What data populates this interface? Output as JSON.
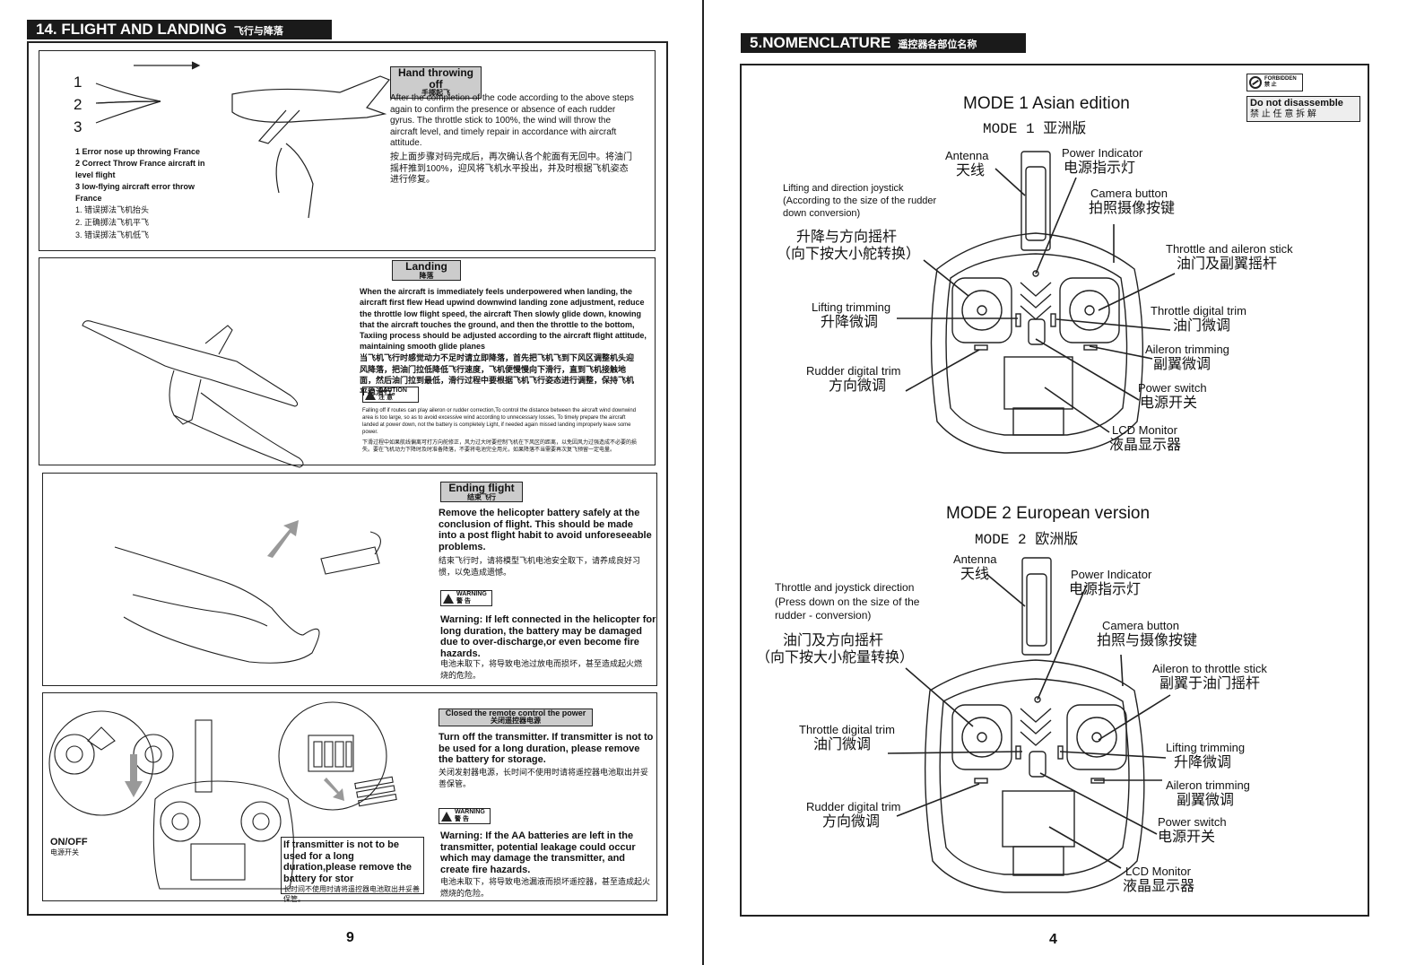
{
  "left_page": {
    "header": {
      "title": "14.  FLIGHT AND LANDING",
      "subtitle": "飞行与降落"
    },
    "hand_throw": {
      "tag_en": "Hand throwing off",
      "tag_cn": "手掷起飞",
      "text_en": "After the completion of the code according to the above steps again to confirm the presence or absence of each rudder gyrus. The throttle stick to 100%, the wind will throw the aircraft level, and timely repair in accordance with aircraft attitude.",
      "text_cn": "按上面步骤对码完成后，再次确认各个舵面有无回中。将油门摇杆推到100%，迎风将飞机水平投出，并及时根据飞机姿态进行修复。",
      "nums": [
        "1",
        "2",
        "3"
      ],
      "legend_en": [
        "1 Error nose up throwing France",
        "2 Correct Throw France aircraft in level flight",
        "3 low-flying aircraft error throw France"
      ],
      "legend_cn": [
        "1. 错误掷法飞机抬头",
        "2. 正确掷法飞机平飞",
        "3. 错误掷法飞机低飞"
      ]
    },
    "landing": {
      "tag_en": "Landing",
      "tag_cn": "降落",
      "text_en": "When the aircraft is immediately feels underpowered when landing, the aircraft first flew Head upwind downwind landing zone adjustment, reduce the throttle low flight speed, the aircraft Then slowly glide down, knowing that the aircraft touches the ground, and then the throttle to the bottom, Taxiing process should be adjusted according to the aircraft flight attitude, maintaining smooth glide planes",
      "text_cn": "当飞机飞行时感觉动力不足时请立即降落，首先把飞机飞到下风区调整机头迎风降落，把油门拉低降低飞行速度，飞机便慢慢向下滑行，直到飞机接触地面，然后油门拉到最低，滑行过程中要根据飞机飞行姿态进行调整，保持飞机平稳滑行。",
      "caution_en": "CAUTION",
      "caution_cn": "注 意",
      "note_en": "Falling off if routes can play aileron or rudder correction,To control the distance between the aircraft wind downwind area is too large, so as to avoid excessive wind according to unnecessary losses, To timely prepare the aircraft landed at power down, not the battery is completely Light, if needed again missed landing improperly leave some power.",
      "note_cn": "下滑过程中如果航线偏离可打方向舵修正，风力过大时要控制飞机在下风区的距离，以免因风力过强造成不必要的损失。要在飞机动力下降时及时准备降落，不要将电池完全用光，如果降落不当需要再次复飞预留一定电量。"
    },
    "ending": {
      "tag_en": "Ending flight",
      "tag_cn": "结束飞行",
      "text_en": "Remove the helicopter battery safely at the conclusion of flight. This should be made into a post flight habit to avoid unforeseeable problems.",
      "text_cn": "结束飞行时，请将模型飞机电池安全取下，请养成良好习惯，以免造成遗憾。",
      "warning_en": "WARNING",
      "warning_cn": "警 告",
      "warn_text_en": "Warning: If left connected in the helicopter for long duration, the battery may be damaged due to over-discharge,or even become fire hazards.",
      "warn_text_cn": "电池未取下，将导致电池过放电而损坏，甚至造成起火燃烧的危险。"
    },
    "power_off": {
      "tag_en": "Closed the remote control the power",
      "tag_cn": "关闭遥控器电源",
      "text_en": "Turn off the transmitter. If transmitter is not to be used for a long duration, please remove the battery for storage.",
      "text_cn": "关闭发射器电源，长时间不使用时请将遥控器电池取出并妥善保管。",
      "warning_en": "WARNING",
      "warning_cn": "警 告",
      "warn_text_en": "Warning: If the AA batteries are left in the transmitter, potential leakage could occur which may damage the transmitter, and create fire hazards.",
      "warn_text_cn": "电池未取下，将导致电池漏液而损坏遥控器，甚至造成起火燃烧的危险。",
      "box_en": "If transmitter is not to be used for a long duration,please remove the battery for stor",
      "box_cn": "长时间不使用时请将遥控器电池取出并妥善保管。",
      "onoff_en": "ON/OFF",
      "onoff_cn": "电源开关"
    },
    "page_number": "9"
  },
  "right_page": {
    "header": {
      "num": "5",
      "title": ".NOMENCLATURE",
      "subtitle": "遥控器各部位名称"
    },
    "forbidden": {
      "label": "FORBIDDEN",
      "cn": "禁 止",
      "text_en": "Do not disassemble",
      "text_cn": "禁 止 任 意 拆 解"
    },
    "mode1": {
      "title_en": "MODE 1 Asian edition",
      "title_cn": "MODE  1 亚洲版",
      "labels": {
        "antenna_en": "Antenna",
        "antenna_cn": "天线",
        "power_ind_en": "Power Indicator",
        "power_ind_cn": "电源指示灯",
        "camera_en": "Camera button",
        "camera_cn": "拍照摄像按键",
        "joy_en": "Lifting and direction joystick\n(According to the size of the rudder\ndown conversion)",
        "joy_cn1": "升降与方向摇杆",
        "joy_cn2": "（向下按大小舵转换）",
        "stick_en": "Throttle and aileron stick",
        "stick_cn": "油门及副翼摇杆",
        "lift_trim_en": "Lifting trimming",
        "lift_trim_cn": "升降微调",
        "thr_trim_en": "Throttle digital trim",
        "thr_trim_cn": "油门微调",
        "ail_trim_en": "Aileron trimming",
        "ail_trim_cn": "副翼微调",
        "rud_trim_en": "Rudder digital trim",
        "rud_trim_cn": "方向微调",
        "power_sw_en": "Power switch",
        "power_sw_cn": "电源开关",
        "lcd_en": "LCD Monitor",
        "lcd_cn": "液晶显示器"
      }
    },
    "mode2": {
      "title_en": "MODE 2 European version",
      "title_cn": "MODE  2 欧洲版",
      "labels": {
        "antenna_en": "Antenna",
        "antenna_cn": "天线",
        "power_ind_en": "Power Indicator",
        "power_ind_cn": "电源指示灯",
        "camera_en": "Camera button",
        "camera_cn": "拍照与摄像按键",
        "joy_en": "Throttle and joystick direction\n(Press down on the size of the\nrudder - conversion)",
        "joy_cn1": "油门及方向摇杆",
        "joy_cn2": "（向下按大小舵量转换）",
        "stick_en": "Aileron to throttle stick",
        "stick_cn": "副翼于油门摇杆",
        "thr_trim_en": "Throttle digital trim",
        "thr_trim_cn": "油门微调",
        "lift_trim_en": "Lifting trimming",
        "lift_trim_cn": "升降微调",
        "ail_trim_en": "Aileron trimming",
        "ail_trim_cn": "副翼微调",
        "rud_trim_en": "Rudder digital trim",
        "rud_trim_cn": "方向微调",
        "power_sw_en": "Power switch",
        "power_sw_cn": "电源开关",
        "lcd_en": "LCD Monitor",
        "lcd_cn": "液晶显示器"
      }
    },
    "page_number": "4"
  }
}
